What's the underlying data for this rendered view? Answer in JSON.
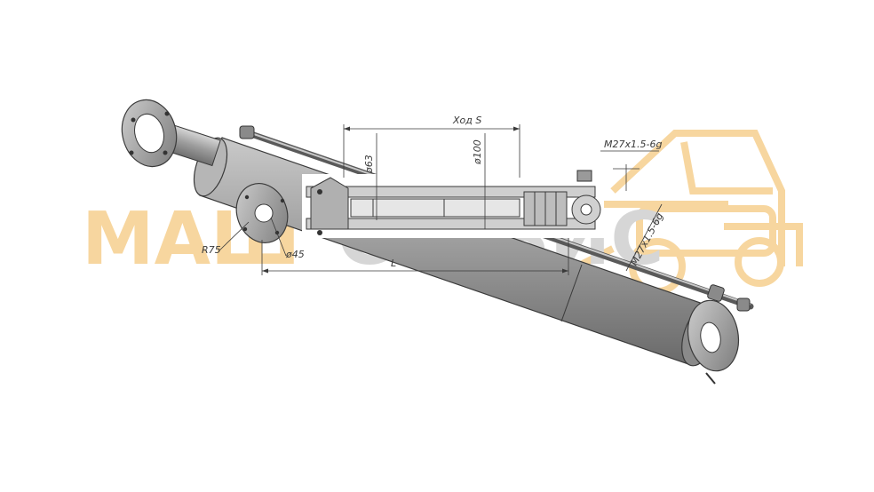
{
  "watermark": {
    "part1": "МАШ",
    "part2": "СЕРВИС",
    "color1": "#f6d08f",
    "color2": "#cfcfcf",
    "logo_color": "#f6d08f"
  },
  "dimensions": {
    "stroke": "Ход S",
    "rod_diameter": "ø63",
    "bore_diameter": "ø100",
    "thread_top": "M27x1.5-6g",
    "thread_side": "M27x1.5-6g",
    "radius": "R75",
    "pin_diameter": "ø45",
    "length": "L"
  },
  "colors": {
    "body": "#9a9a9a",
    "body_dark": "#6e6e6e",
    "body_light": "#c4c4c4",
    "line": "#3a3a3a",
    "section": "#d8d8d8"
  }
}
